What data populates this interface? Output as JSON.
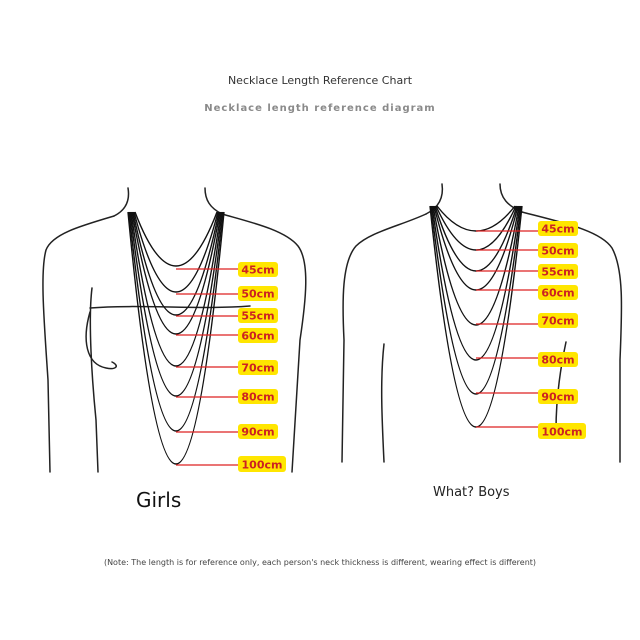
{
  "header": {
    "title": "Necklace Length Reference Chart",
    "subtitle": "Necklace length reference diagram"
  },
  "figures": {
    "girls": {
      "caption": "Girls",
      "lengths": [
        "45cm",
        "50cm",
        "55cm",
        "60cm",
        "70cm",
        "80cm",
        "90cm",
        "100cm"
      ]
    },
    "boys": {
      "caption": "What? Boys",
      "lengths": [
        "45cm",
        "50cm",
        "55cm",
        "60cm",
        "70cm",
        "80cm",
        "90cm",
        "100cm"
      ]
    }
  },
  "colors": {
    "label_fill": "#ffe600",
    "label_text": "#cc2222",
    "pointer_line": "#dd2222",
    "outline": "#222222"
  },
  "footer": {
    "note": "(Note: The length is for reference only, each person's neck thickness is different, wearing effect is different)"
  }
}
